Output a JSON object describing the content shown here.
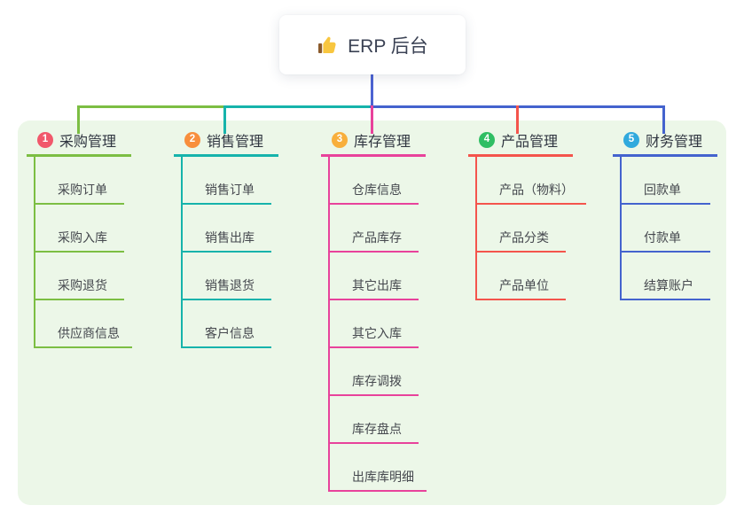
{
  "root": {
    "title": "ERP 后台",
    "icon": "thumbs-up-icon",
    "icon_color": "#F8C63F",
    "icon_cuff_color": "#8B5A2B",
    "connector_color": "#4C63D2"
  },
  "panel": {
    "background": "#ECF7E8"
  },
  "branches": [
    {
      "num": "1",
      "label": "采购管理",
      "badge_color": "#F1586B",
      "line_color": "#7CBE43",
      "children": [
        "采购订单",
        "采购入库",
        "采购退货",
        "供应商信息"
      ]
    },
    {
      "num": "2",
      "label": "销售管理",
      "badge_color": "#F88E3C",
      "line_color": "#16B3AB",
      "children": [
        "销售订单",
        "销售出库",
        "销售退货",
        "客户信息"
      ]
    },
    {
      "num": "3",
      "label": "库存管理",
      "badge_color": "#F8AF3C",
      "line_color": "#E8429B",
      "children": [
        "仓库信息",
        "产品库存",
        "其它出库",
        "其它入库",
        "库存调拨",
        "库存盘点",
        "出库库明细"
      ]
    },
    {
      "num": "4",
      "label": "产品管理",
      "badge_color": "#2FBE63",
      "line_color": "#F4544C",
      "children": [
        "产品（物料）",
        "产品分类",
        "产品单位"
      ]
    },
    {
      "num": "5",
      "label": "财务管理",
      "badge_color": "#30A9DD",
      "line_color": "#4463CE",
      "children": [
        "回款单",
        "付款单",
        "结算账户"
      ]
    }
  ]
}
